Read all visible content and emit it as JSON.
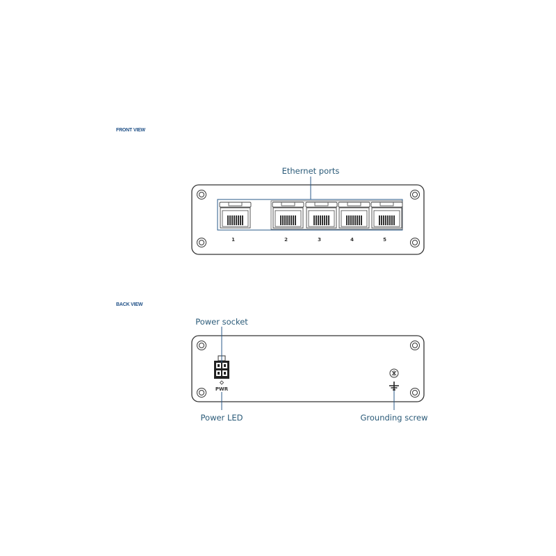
{
  "front_view": {
    "title": "FRONT VIEW",
    "callout": "Ethernet ports",
    "ports": [
      "1",
      "2",
      "3",
      "4",
      "5"
    ]
  },
  "back_view": {
    "title": "BACK VIEW",
    "callouts": {
      "power_socket": "Power socket",
      "power_led": "Power LED",
      "grounding_screw": "Grounding screw"
    },
    "pwr_label": "PWR"
  },
  "colors": {
    "callout_line": "#2a5a8a",
    "section_title": "#1e4f86",
    "callout_text": "#2a5a78"
  }
}
